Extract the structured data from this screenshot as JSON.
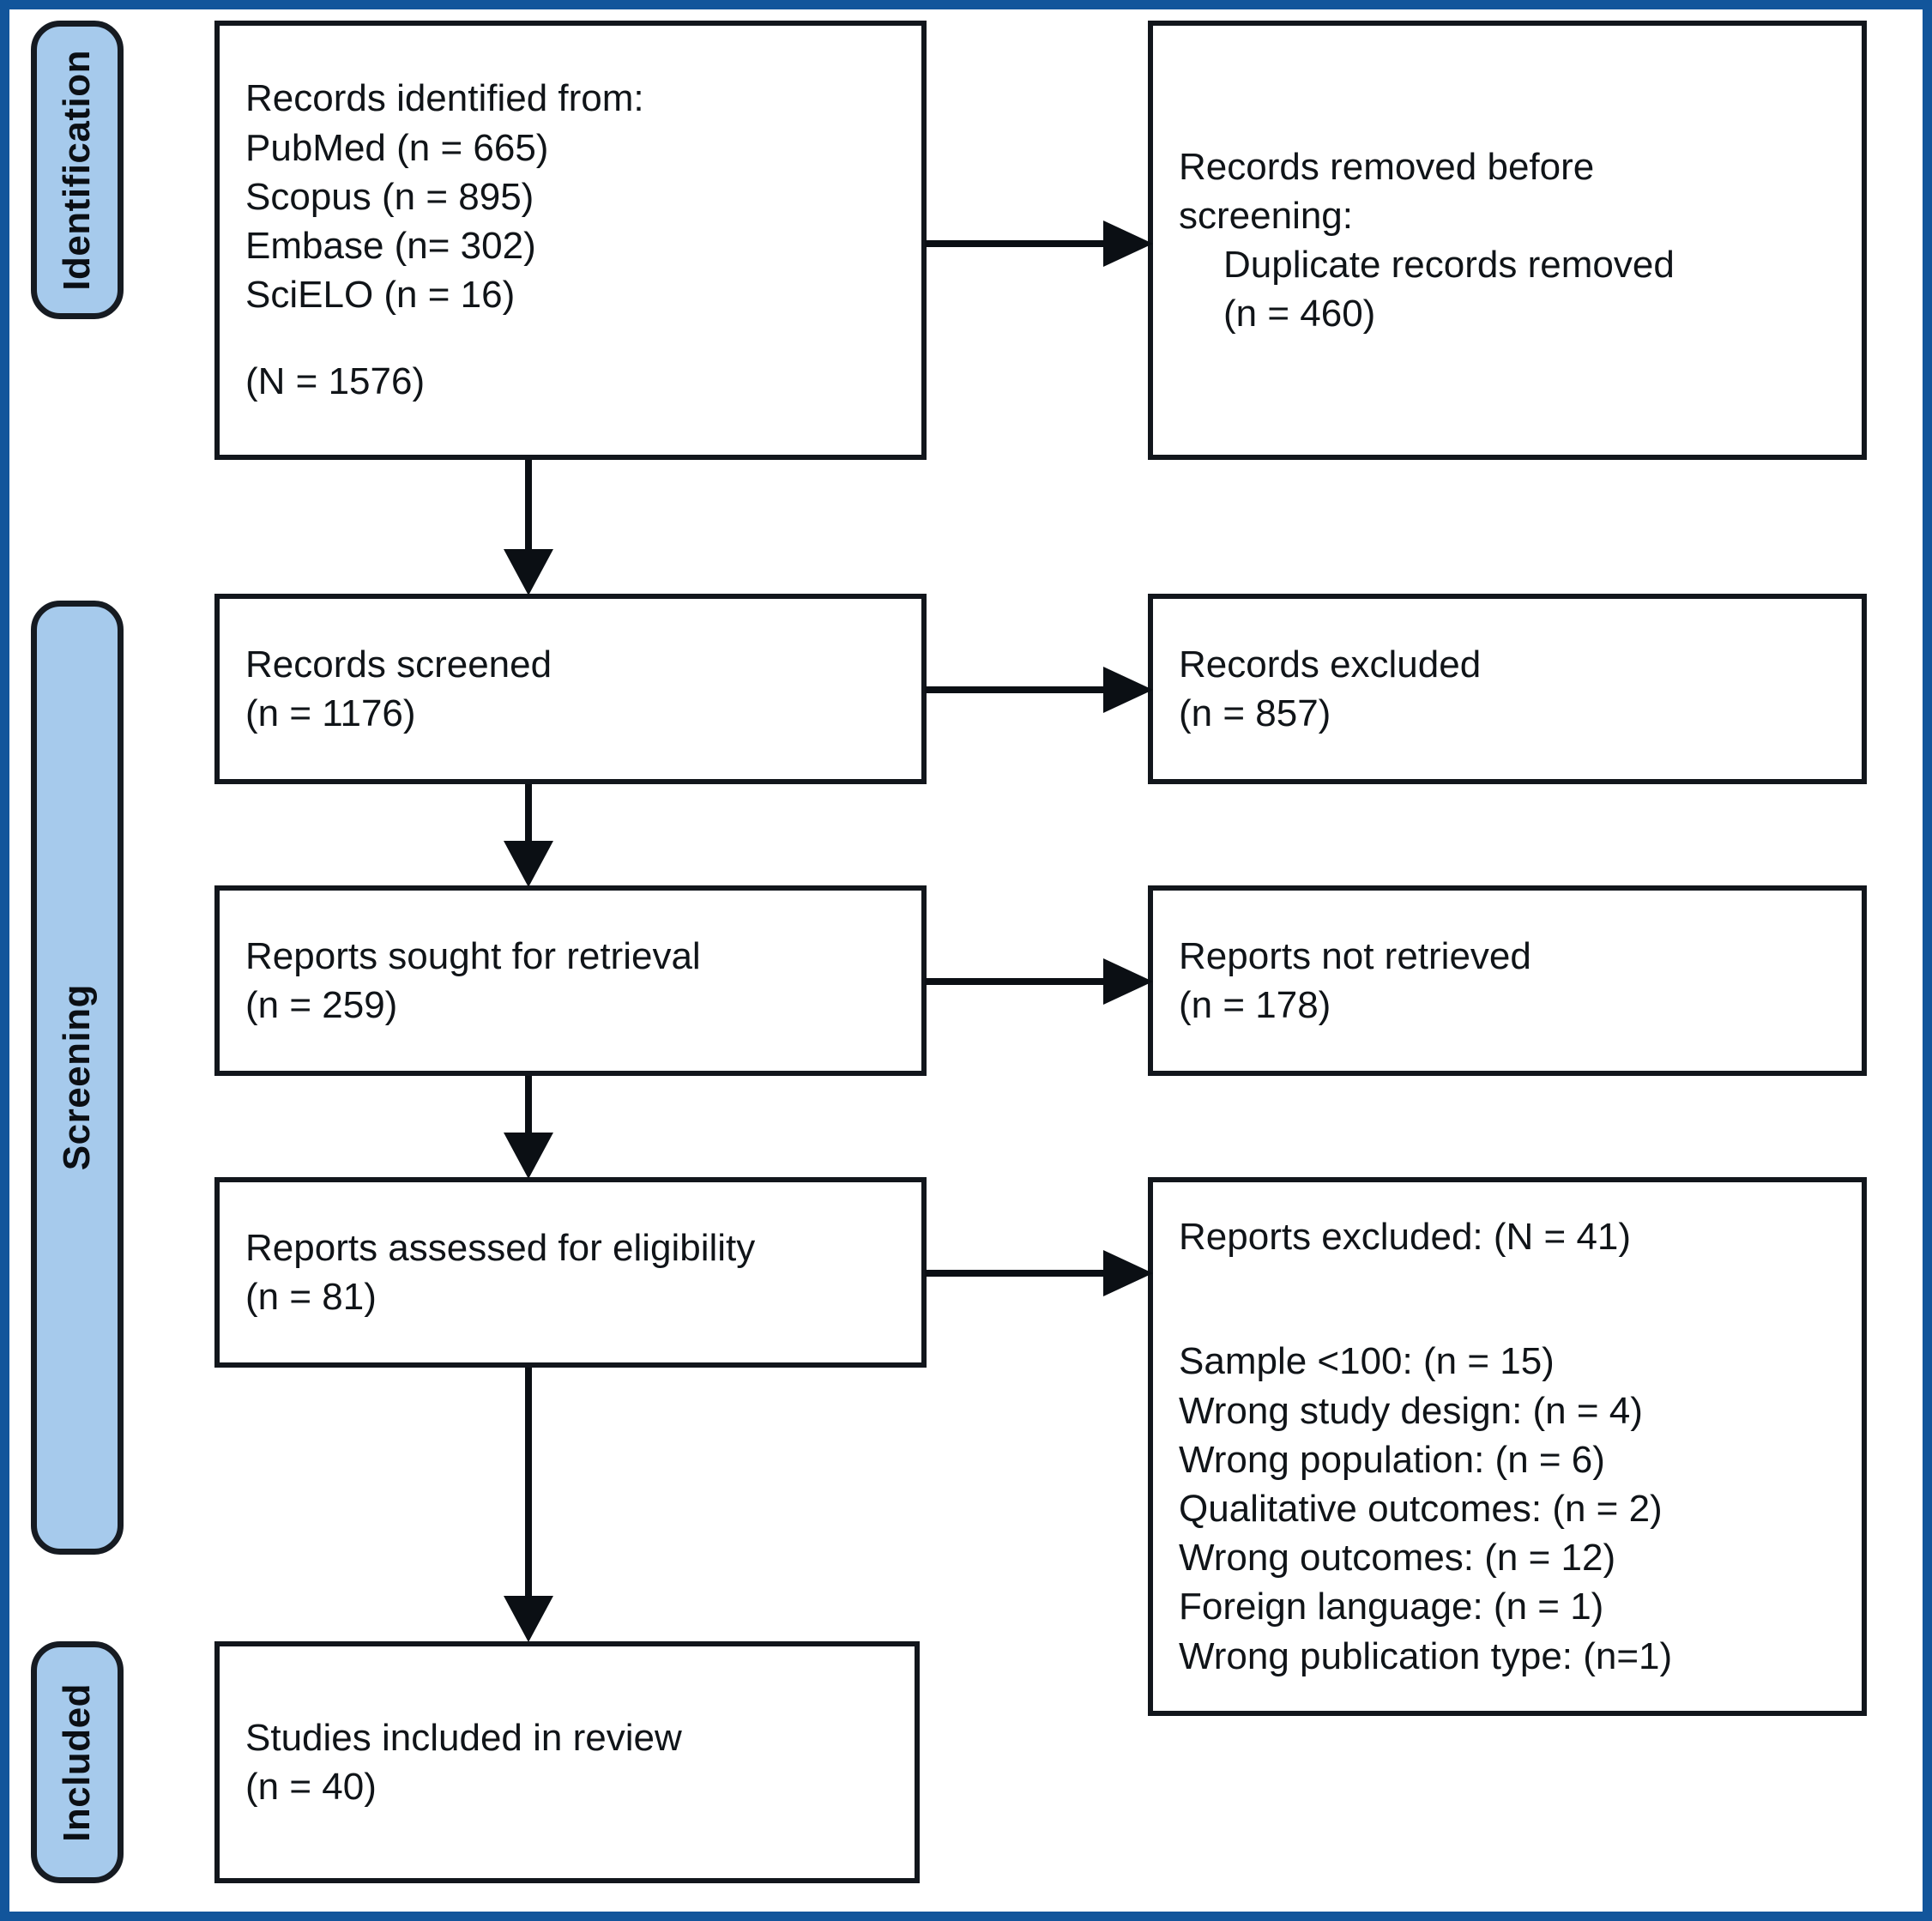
{
  "figure": {
    "type": "prisma-flow-diagram",
    "frame_color": "#12559B",
    "stage_fill_color": "#A6CAEC",
    "box_border_color": "#12161C"
  },
  "stages": {
    "identification": "Identification",
    "screening": "Screening",
    "included": "Included"
  },
  "boxes": {
    "identified": {
      "lines": [
        "Records identified from:",
        "PubMed (n = 665)",
        "Scopus (n = 895)",
        "Embase (n= 302)",
        "SciELO (n = 16)",
        "",
        "(N = 1576)"
      ]
    },
    "removed": {
      "line1": "Records removed ",
      "line1_italic": "before",
      "line2_italic": "screening",
      "line2_tail": ":",
      "line3": "Duplicate records removed",
      "line4": "(n = 460)"
    },
    "screened": {
      "line1": "Records screened",
      "line2": "(n = 1176)"
    },
    "excluded": {
      "line1": "Records excluded",
      "line2": "(n = 857)"
    },
    "sought": {
      "line1": "Reports sought for retrieval",
      "line2": "(n = 259)"
    },
    "not_retrieved": {
      "line1": "Reports not retrieved",
      "line2": "(n = 178)"
    },
    "assessed": {
      "line1": "Reports assessed for eligibility",
      "line2": "(n = 81)"
    },
    "reports_excluded": {
      "header": "Reports excluded: (N = 41)",
      "reasons": [
        "Sample <100: (n = 15)",
        "Wrong study design: (n = 4)",
        "Wrong population: (n = 6)",
        "Qualitative outcomes: (n = 2)",
        "Wrong outcomes: (n = 12)",
        "Foreign language: (n = 1)",
        "Wrong publication type: (n=1)"
      ]
    },
    "included": {
      "line1": "Studies included in review",
      "line2": "(n = 40)"
    }
  },
  "chart_data": {
    "type": "flow",
    "title": "PRISMA 2020 flow diagram",
    "stages": [
      "Identification",
      "Screening",
      "Included"
    ],
    "nodes": [
      {
        "id": "identified",
        "stage": "Identification",
        "label": "Records identified from databases",
        "n": 1576
      },
      {
        "id": "removed",
        "stage": "Identification",
        "label": "Duplicate records removed",
        "n": 460
      },
      {
        "id": "screened",
        "stage": "Screening",
        "label": "Records screened",
        "n": 1176
      },
      {
        "id": "excluded",
        "stage": "Screening",
        "label": "Records excluded",
        "n": 857
      },
      {
        "id": "sought",
        "stage": "Screening",
        "label": "Reports sought for retrieval",
        "n": 259
      },
      {
        "id": "not_retrieved",
        "stage": "Screening",
        "label": "Reports not retrieved",
        "n": 178
      },
      {
        "id": "assessed",
        "stage": "Screening",
        "label": "Reports assessed for eligibility",
        "n": 81
      },
      {
        "id": "reports_excluded",
        "stage": "Screening",
        "label": "Reports excluded",
        "n": 41
      },
      {
        "id": "included",
        "stage": "Included",
        "label": "Studies included in review",
        "n": 40
      }
    ],
    "sources": [
      {
        "name": "PubMed",
        "n": 665
      },
      {
        "name": "Scopus",
        "n": 895
      },
      {
        "name": "Embase",
        "n": 302
      },
      {
        "name": "SciELO",
        "n": 16
      }
    ],
    "exclusion_reasons": [
      {
        "reason": "Sample <100",
        "n": 15
      },
      {
        "reason": "Wrong study design",
        "n": 4
      },
      {
        "reason": "Wrong population",
        "n": 6
      },
      {
        "reason": "Qualitative outcomes",
        "n": 2
      },
      {
        "reason": "Wrong outcomes",
        "n": 12
      },
      {
        "reason": "Foreign language",
        "n": 1
      },
      {
        "reason": "Wrong publication type",
        "n": 1
      }
    ],
    "edges": [
      {
        "from": "identified",
        "to": "removed",
        "direction": "right"
      },
      {
        "from": "identified",
        "to": "screened",
        "direction": "down"
      },
      {
        "from": "screened",
        "to": "excluded",
        "direction": "right"
      },
      {
        "from": "screened",
        "to": "sought",
        "direction": "down"
      },
      {
        "from": "sought",
        "to": "not_retrieved",
        "direction": "right"
      },
      {
        "from": "sought",
        "to": "assessed",
        "direction": "down"
      },
      {
        "from": "assessed",
        "to": "reports_excluded",
        "direction": "right"
      },
      {
        "from": "assessed",
        "to": "included",
        "direction": "down"
      }
    ]
  }
}
